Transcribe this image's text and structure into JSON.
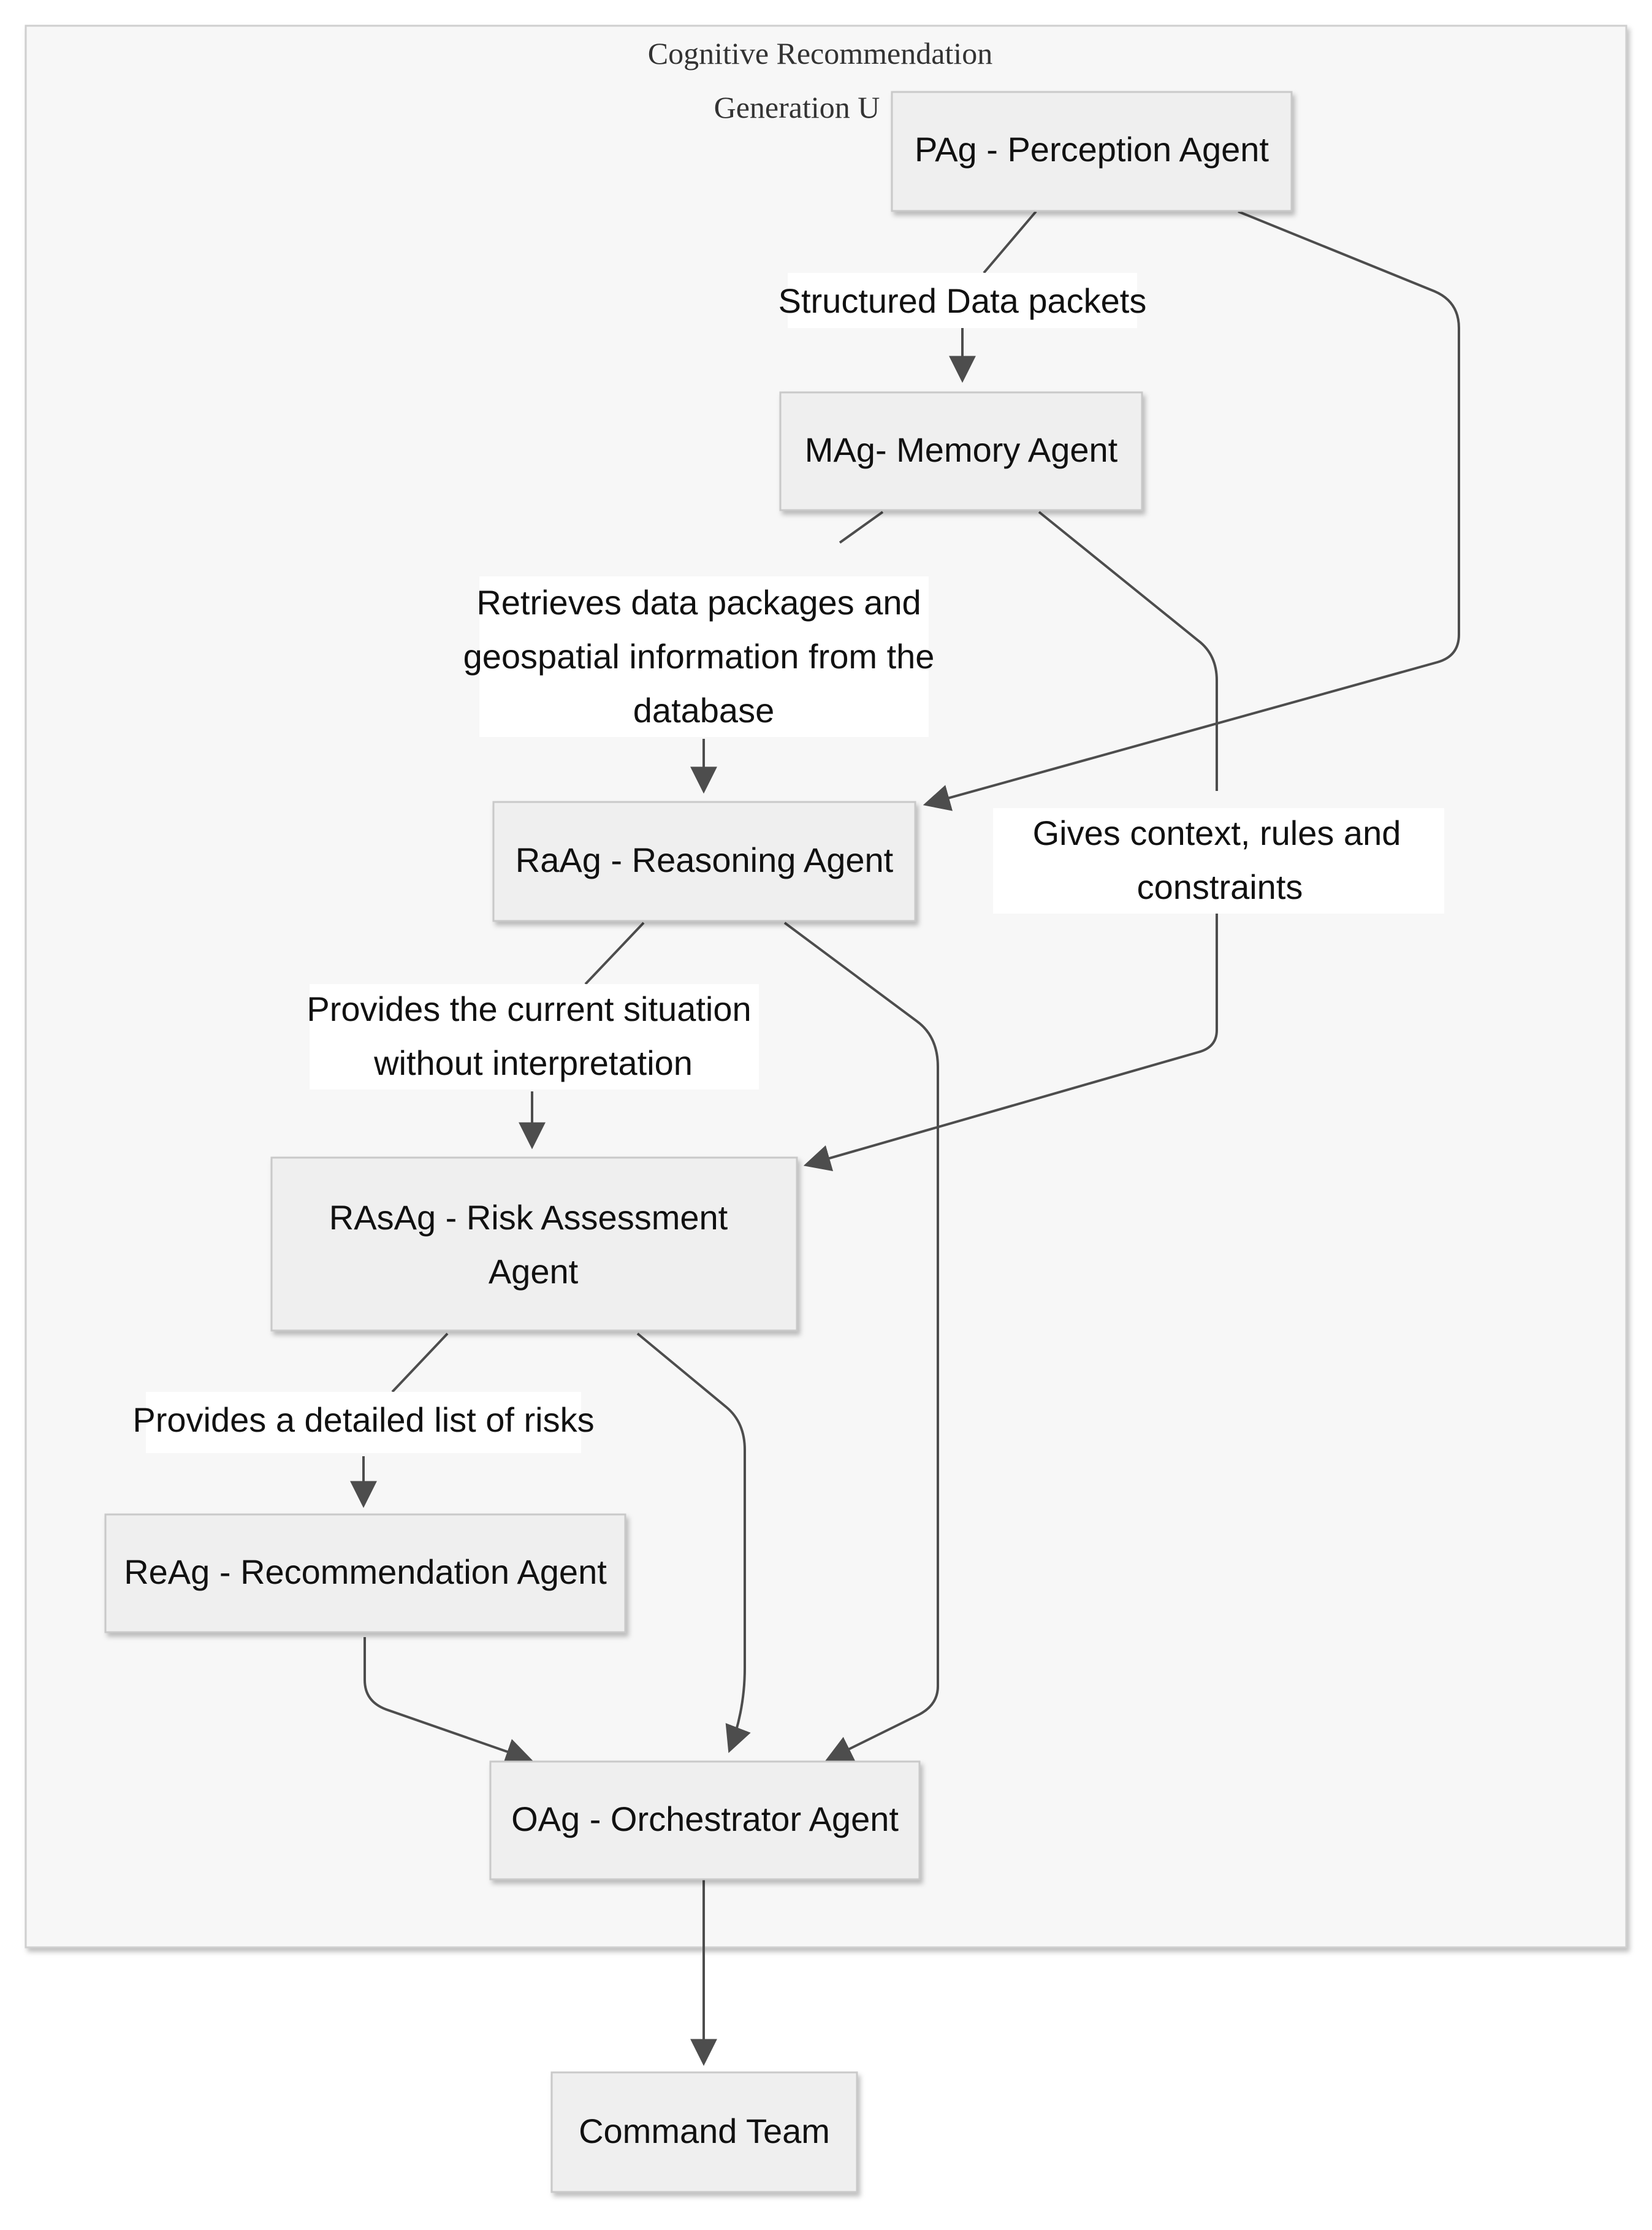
{
  "cluster": {
    "title_line1": "Cognitive Recommendation",
    "title_line2": "Generation U"
  },
  "nodes": {
    "pag": {
      "line1": "PAg - Perception Agent"
    },
    "mag": {
      "line1": "MAg- Memory Agent"
    },
    "raag": {
      "line1": "RaAg - Reasoning Agent"
    },
    "rasag": {
      "line1": "RAsAg - Risk Assessment",
      "line2": "Agent"
    },
    "reag": {
      "line1": "ReAg - Recommendation Agent"
    },
    "oag": {
      "line1": "OAg - Orchestrator Agent"
    },
    "command": {
      "line1": "Command Team"
    }
  },
  "edges": {
    "pag_mag": {
      "line1": "Structured Data packets"
    },
    "mag_raag": {
      "line1": "Retrieves data packages and",
      "line2": "geospatial information from the",
      "line3": "database"
    },
    "mag_rasag": {
      "line1": "Gives context, rules and",
      "line2": "constraints"
    },
    "raag_rasag": {
      "line1": "Provides the current situation",
      "line2": "without interpretation"
    },
    "rasag_reag": {
      "line1": "Provides a detailed list of risks"
    }
  },
  "colors": {
    "node_fill": "#efefef",
    "node_stroke": "#c9c9c9",
    "cluster_fill": "#f7f7f7",
    "edge": "#4d4d4d",
    "text": "#111111"
  }
}
